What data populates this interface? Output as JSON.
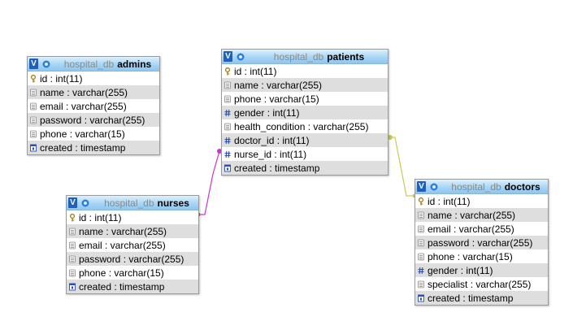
{
  "tables": {
    "admins": {
      "db": "hospital_db",
      "name": "admins",
      "rows": [
        {
          "text": "id : int(11)",
          "icon": "key-icon"
        },
        {
          "text": "name : varchar(255)",
          "icon": "text-field-icon"
        },
        {
          "text": "email : varchar(255)",
          "icon": "text-field-icon"
        },
        {
          "text": "password : varchar(255)",
          "icon": "text-field-icon"
        },
        {
          "text": "phone : varchar(15)",
          "icon": "text-field-icon"
        },
        {
          "text": "created : timestamp",
          "icon": "timestamp-icon"
        }
      ]
    },
    "patients": {
      "db": "hospital_db",
      "name": "patients",
      "rows": [
        {
          "text": "id : int(11)",
          "icon": "key-icon"
        },
        {
          "text": "name : varchar(255)",
          "icon": "text-field-icon"
        },
        {
          "text": "phone : varchar(15)",
          "icon": "text-field-icon"
        },
        {
          "text": "gender : int(11)",
          "icon": "number-field-icon"
        },
        {
          "text": "health_condition : varchar(255)",
          "icon": "text-field-icon"
        },
        {
          "text": "doctor_id : int(11)",
          "icon": "number-field-icon"
        },
        {
          "text": "nurse_id : int(11)",
          "icon": "number-field-icon"
        },
        {
          "text": "created : timestamp",
          "icon": "timestamp-icon"
        }
      ]
    },
    "nurses": {
      "db": "hospital_db",
      "name": "nurses",
      "rows": [
        {
          "text": "id : int(11)",
          "icon": "key-icon"
        },
        {
          "text": "name : varchar(255)",
          "icon": "text-field-icon"
        },
        {
          "text": "email : varchar(255)",
          "icon": "text-field-icon"
        },
        {
          "text": "password : varchar(255)",
          "icon": "text-field-icon"
        },
        {
          "text": "phone : varchar(15)",
          "icon": "text-field-icon"
        },
        {
          "text": "created : timestamp",
          "icon": "timestamp-icon"
        }
      ]
    },
    "doctors": {
      "db": "hospital_db",
      "name": "doctors",
      "rows": [
        {
          "text": "id : int(11)",
          "icon": "key-icon"
        },
        {
          "text": "name : varchar(255)",
          "icon": "text-field-icon"
        },
        {
          "text": "email : varchar(255)",
          "icon": "text-field-icon"
        },
        {
          "text": "password : varchar(255)",
          "icon": "text-field-icon"
        },
        {
          "text": "phone : varchar(15)",
          "icon": "text-field-icon"
        },
        {
          "text": "gender : int(11)",
          "icon": "number-field-icon"
        },
        {
          "text": "specialist : varchar(255)",
          "icon": "text-field-icon"
        },
        {
          "text": "created : timestamp",
          "icon": "timestamp-icon"
        }
      ]
    }
  },
  "toggle_label": "V",
  "relations": [
    {
      "from": "nurses.id",
      "to": "patients.nurse_id",
      "color": "#cc33cc"
    },
    {
      "from": "patients.doctor_id",
      "to": "doctors.id",
      "color": "#cccc55"
    }
  ],
  "colors": {
    "header_gradient_top": "#dff0fc",
    "header_gradient_bottom": "#8cc6ef",
    "row_alt": "#dedede",
    "toggle": "#1f5fbf"
  }
}
